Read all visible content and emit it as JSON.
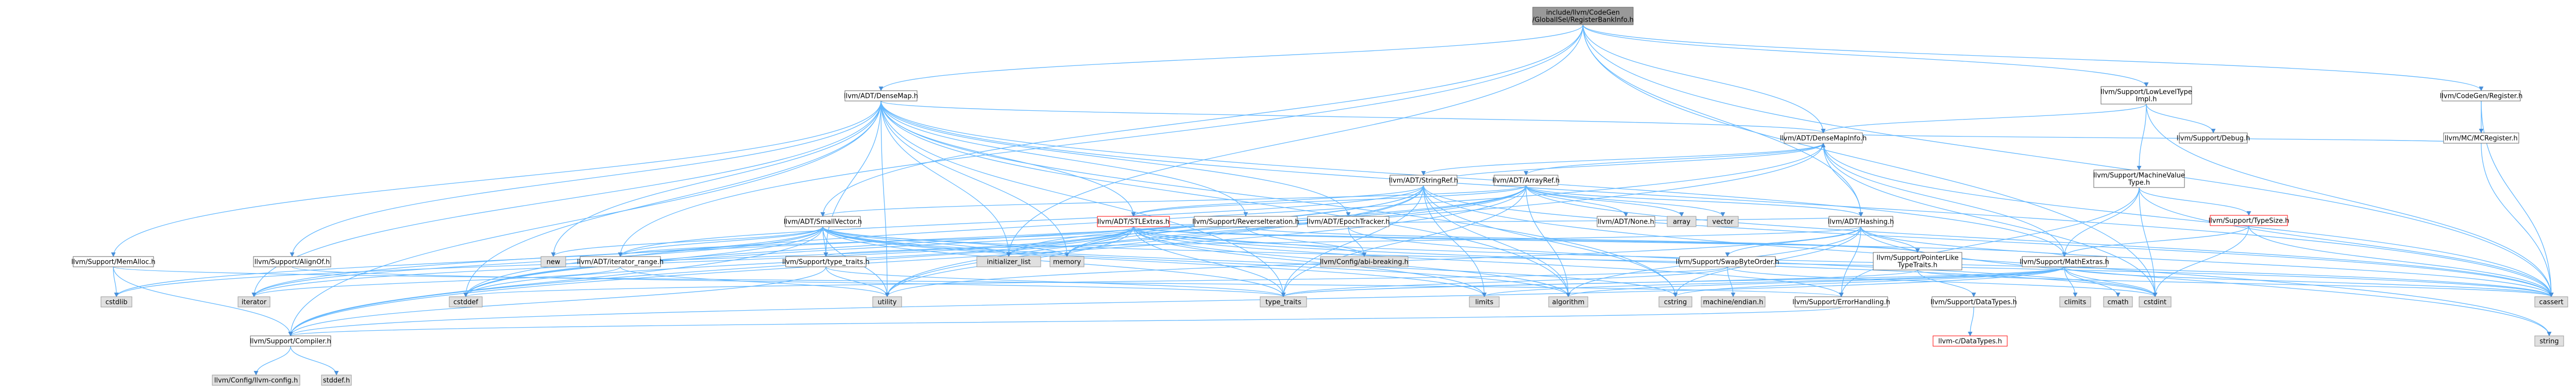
{
  "colors": {
    "root_fill": "#999999",
    "node_fill": "#ffffff",
    "node_stroke": "#666666",
    "ext_fill": "#e0e0e0",
    "ext_stroke": "#999999",
    "red_text": "#ff0000",
    "edge": "#63b8ff",
    "arrow": "#4a90d9"
  },
  "nodes": [
    {
      "id": "root",
      "lines": [
        "include/llvm/CodeGen",
        "/GlobalISel/RegisterBankInfo.h"
      ],
      "style": "root"
    },
    {
      "id": "densemap",
      "lines": [
        "llvm/ADT/DenseMap.h"
      ],
      "style": "normal"
    },
    {
      "id": "lowleveltype",
      "lines": [
        "llvm/Support/LowLevelType",
        "Impl.h"
      ],
      "style": "normal"
    },
    {
      "id": "cg_register",
      "lines": [
        "llvm/CodeGen/Register.h"
      ],
      "style": "normal"
    },
    {
      "id": "densemapinfo",
      "lines": [
        "llvm/ADT/DenseMapInfo.h"
      ],
      "style": "normal"
    },
    {
      "id": "debug",
      "lines": [
        "llvm/Support/Debug.h"
      ],
      "style": "normal"
    },
    {
      "id": "mcregister",
      "lines": [
        "llvm/MC/MCRegister.h"
      ],
      "style": "normal"
    },
    {
      "id": "machinevaluetype",
      "lines": [
        "llvm/Support/MachineValue",
        "Type.h"
      ],
      "style": "normal"
    },
    {
      "id": "stringref",
      "lines": [
        "llvm/ADT/StringRef.h"
      ],
      "style": "normal"
    },
    {
      "id": "arrayref",
      "lines": [
        "llvm/ADT/ArrayRef.h"
      ],
      "style": "normal"
    },
    {
      "id": "typesize",
      "lines": [
        "llvm/Support/TypeSize.h"
      ],
      "style": "red"
    },
    {
      "id": "smallvector",
      "lines": [
        "llvm/ADT/SmallVector.h"
      ],
      "style": "normal"
    },
    {
      "id": "stlextras",
      "lines": [
        "llvm/ADT/STLExtras.h"
      ],
      "style": "red"
    },
    {
      "id": "reverseiteration",
      "lines": [
        "llvm/Support/ReverseIteration.h"
      ],
      "style": "normal"
    },
    {
      "id": "epochtracker",
      "lines": [
        "llvm/ADT/EpochTracker.h"
      ],
      "style": "normal"
    },
    {
      "id": "adtnone",
      "lines": [
        "llvm/ADT/None.h"
      ],
      "style": "normal"
    },
    {
      "id": "array",
      "lines": [
        "array"
      ],
      "style": "ext"
    },
    {
      "id": "vector",
      "lines": [
        "vector"
      ],
      "style": "ext"
    },
    {
      "id": "hashing",
      "lines": [
        "llvm/ADT/Hashing.h"
      ],
      "style": "normal"
    },
    {
      "id": "memalloc",
      "lines": [
        "llvm/Support/MemAlloc.h"
      ],
      "style": "normal"
    },
    {
      "id": "alignof",
      "lines": [
        "llvm/Support/AlignOf.h"
      ],
      "style": "normal"
    },
    {
      "id": "new",
      "lines": [
        "new"
      ],
      "style": "ext"
    },
    {
      "id": "iterator_range",
      "lines": [
        "llvm/ADT/iterator_range.h"
      ],
      "style": "normal"
    },
    {
      "id": "type_traits_h",
      "lines": [
        "llvm/Support/type_traits.h"
      ],
      "style": "normal"
    },
    {
      "id": "initializer_list",
      "lines": [
        "initializer_list"
      ],
      "style": "ext"
    },
    {
      "id": "memory",
      "lines": [
        "memory"
      ],
      "style": "ext"
    },
    {
      "id": "abibreaking",
      "lines": [
        "llvm/Config/abi-breaking.h"
      ],
      "style": "ext"
    },
    {
      "id": "swapbyteorder",
      "lines": [
        "llvm/Support/SwapByteOrder.h"
      ],
      "style": "normal"
    },
    {
      "id": "pointerlike",
      "lines": [
        "llvm/Support/PointerLike",
        "TypeTraits.h"
      ],
      "style": "normal"
    },
    {
      "id": "mathextras",
      "lines": [
        "llvm/Support/MathExtras.h"
      ],
      "style": "normal"
    },
    {
      "id": "cstdlib",
      "lines": [
        "cstdlib"
      ],
      "style": "ext"
    },
    {
      "id": "iterator",
      "lines": [
        "iterator"
      ],
      "style": "ext"
    },
    {
      "id": "cstddef",
      "lines": [
        "cstddef"
      ],
      "style": "ext"
    },
    {
      "id": "utility",
      "lines": [
        "utility"
      ],
      "style": "ext"
    },
    {
      "id": "type_traits",
      "lines": [
        "type_traits"
      ],
      "style": "ext"
    },
    {
      "id": "limits",
      "lines": [
        "limits"
      ],
      "style": "ext"
    },
    {
      "id": "algorithm",
      "lines": [
        "algorithm"
      ],
      "style": "ext"
    },
    {
      "id": "cstring",
      "lines": [
        "cstring"
      ],
      "style": "ext"
    },
    {
      "id": "machine_endian",
      "lines": [
        "machine/endian.h"
      ],
      "style": "ext"
    },
    {
      "id": "errorhandling",
      "lines": [
        "llvm/Support/ErrorHandling.h"
      ],
      "style": "normal"
    },
    {
      "id": "datatypes",
      "lines": [
        "llvm/Support/DataTypes.h"
      ],
      "style": "normal"
    },
    {
      "id": "climits",
      "lines": [
        "climits"
      ],
      "style": "ext"
    },
    {
      "id": "cmath",
      "lines": [
        "cmath"
      ],
      "style": "ext"
    },
    {
      "id": "cstdint",
      "lines": [
        "cstdint"
      ],
      "style": "ext"
    },
    {
      "id": "cassert",
      "lines": [
        "cassert"
      ],
      "style": "ext"
    },
    {
      "id": "string",
      "lines": [
        "string"
      ],
      "style": "ext"
    },
    {
      "id": "compiler",
      "lines": [
        "llvm/Support/Compiler.h"
      ],
      "style": "normal"
    },
    {
      "id": "config_llvm",
      "lines": [
        "llvm/Config/llvm-config.h"
      ],
      "style": "ext"
    },
    {
      "id": "stddef",
      "lines": [
        "stddef.h"
      ],
      "style": "ext"
    },
    {
      "id": "llvmc_datatypes",
      "lines": [
        "llvm-c/DataTypes.h"
      ],
      "style": "red"
    }
  ]
}
